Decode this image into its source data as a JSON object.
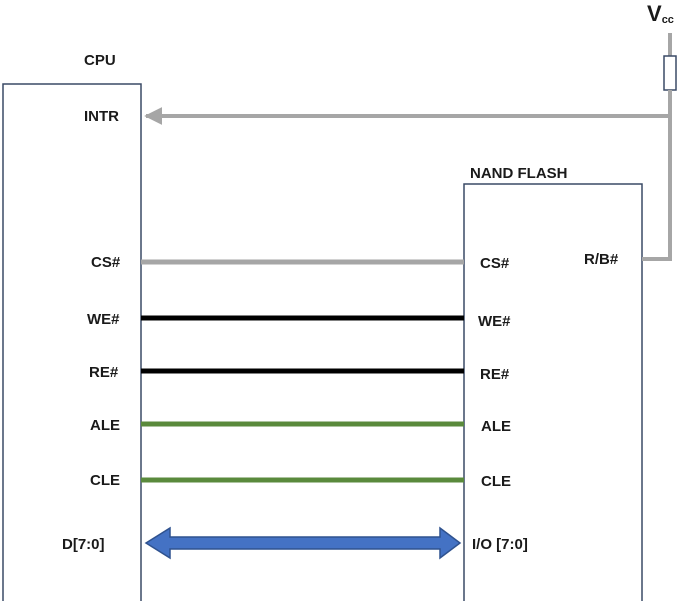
{
  "cpu": {
    "title": "CPU",
    "pins": {
      "intr": "INTR",
      "cs": "CS#",
      "we": "WE#",
      "re": "RE#",
      "ale": "ALE",
      "cle": "CLE",
      "data": "D[7:0]"
    }
  },
  "nand": {
    "title": "NAND FLASH",
    "pins": {
      "cs": "CS#",
      "we": "WE#",
      "re": "RE#",
      "ale": "ALE",
      "cle": "CLE",
      "io": "I/O [7:0]",
      "rb": "R/B#"
    }
  },
  "vcc": {
    "main": "V",
    "sub": "cc"
  },
  "colors": {
    "box_border": "#3a4a66",
    "gray_wire": "#a6a6a6",
    "black_wire": "#000000",
    "green_wire": "#5a8a3c",
    "blue_arrow": "#4472c4",
    "blue_arrow_border": "#2f528f"
  }
}
